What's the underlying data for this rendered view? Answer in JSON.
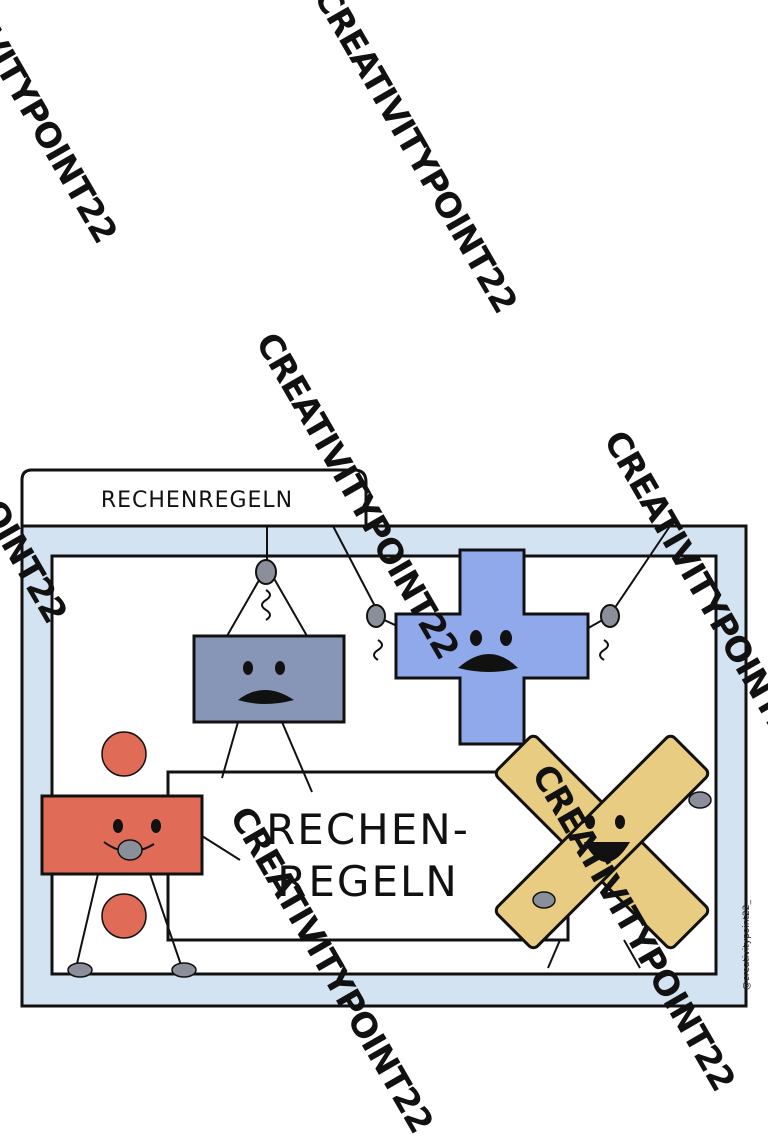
{
  "folder": {
    "tab_label": "RECHENREGELN",
    "title_line1": "RECHEN-",
    "title_line2": "REGELN",
    "frame_color": "#d4e3f2",
    "outline_color": "#111111"
  },
  "characters": [
    {
      "name": "minus",
      "color": "#8796b7",
      "expression": "scared"
    },
    {
      "name": "plus",
      "color": "#8fa9ea",
      "expression": "scared"
    },
    {
      "name": "divide",
      "color": "#e06b57",
      "expression": "smirking"
    },
    {
      "name": "multiply",
      "color": "#e8cc82",
      "expression": "laughing"
    }
  ],
  "watermark": {
    "text": "CREATIVITYPOINT22"
  },
  "credit": {
    "handle": "@creativitypoint22_"
  }
}
